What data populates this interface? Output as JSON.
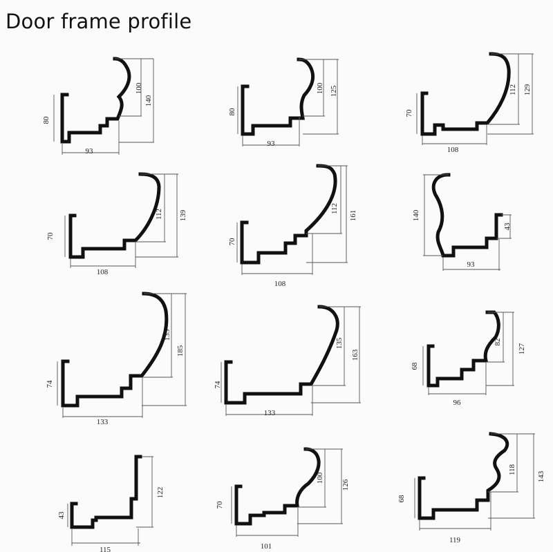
{
  "title": "Door frame profile",
  "profiles": [
    {
      "id": "p1",
      "dims": [
        "80",
        "93",
        "100",
        "140"
      ]
    },
    {
      "id": "p2",
      "dims": [
        "80",
        "93",
        "100",
        "125"
      ]
    },
    {
      "id": "p3",
      "dims": [
        "70",
        "108",
        "112",
        "129"
      ]
    },
    {
      "id": "p4",
      "dims": [
        "70",
        "108",
        "112",
        "139"
      ]
    },
    {
      "id": "p5",
      "dims": [
        "70",
        "108",
        "112",
        "161"
      ]
    },
    {
      "id": "p6",
      "dims": [
        "140",
        "93",
        "43"
      ]
    },
    {
      "id": "p7",
      "dims": [
        "74",
        "133",
        "135",
        "185"
      ]
    },
    {
      "id": "p8",
      "dims": [
        "74",
        "133",
        "135",
        "163"
      ]
    },
    {
      "id": "p9",
      "dims": [
        "68",
        "96",
        "82",
        "127"
      ]
    },
    {
      "id": "p10",
      "dims": [
        "43",
        "115",
        "122"
      ]
    },
    {
      "id": "p11",
      "dims": [
        "70",
        "101",
        "100",
        "126"
      ]
    },
    {
      "id": "p12",
      "dims": [
        "68",
        "119",
        "118",
        "143"
      ]
    }
  ]
}
